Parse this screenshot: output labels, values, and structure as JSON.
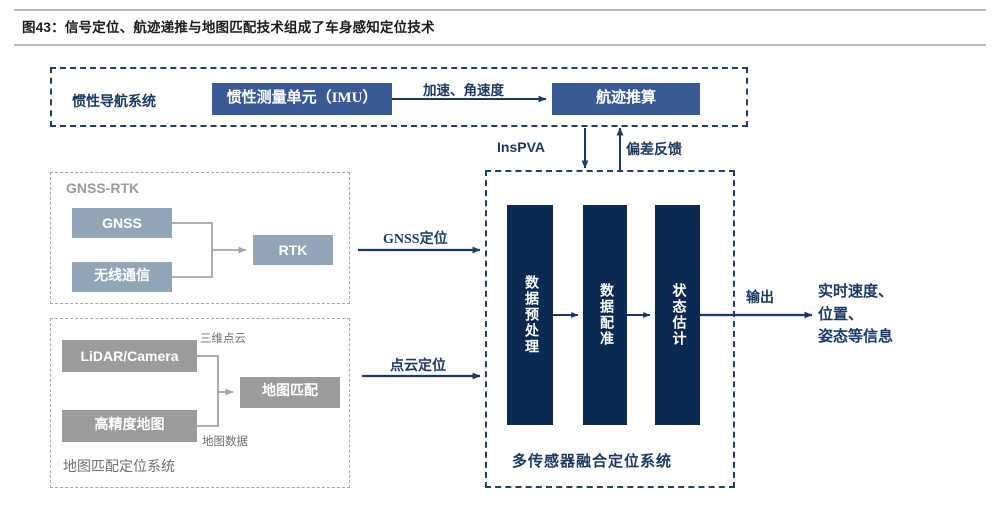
{
  "figure": {
    "title": "图43：信号定位、航迹递推与地图匹配技术组成了车身感知定位技术"
  },
  "colors": {
    "navy_dark": "#0b2a52",
    "blue": "#3a5a96",
    "blue_gray": "#93a6b8",
    "gray": "#9b9b9b",
    "dash_blue": "#1f3f73",
    "dash_gray": "#a8a8a8",
    "text_navy": "#1b3a63"
  },
  "groups": {
    "inertial": {
      "label": "惯性导航系统"
    },
    "gnss_rtk": {
      "label": "GNSS-RTK"
    },
    "map_matching": {
      "label": "地图匹配定位系统"
    },
    "fusion": {
      "label": "多传感器融合定位系统"
    }
  },
  "nodes": {
    "imu": "惯性测量单元（IMU）",
    "dead_reckoning": "航迹推算",
    "gnss": "GNSS",
    "wireless": "无线通信",
    "rtk": "RTK",
    "lidar_camera": "LiDAR/Camera",
    "hd_map": "高精度地图",
    "map_match": "地图匹配",
    "pipeline": [
      "数据预处理",
      "数据配准",
      "状态估计"
    ]
  },
  "edge_labels": {
    "accel_angular": "加速、角速度",
    "inspva": "InsPVA",
    "bias_feedback": "偏差反馈",
    "gnss_positioning": "GNSS定位",
    "pointcloud_positioning": "点云定位",
    "three_d_pointcloud": "三维点云",
    "map_data": "地图数据",
    "output": "输出"
  },
  "output": {
    "lines": [
      "实时速度、",
      "位置、",
      "姿态等信息"
    ],
    "text": "实时速度、\n位置、\n姿态等信息"
  }
}
